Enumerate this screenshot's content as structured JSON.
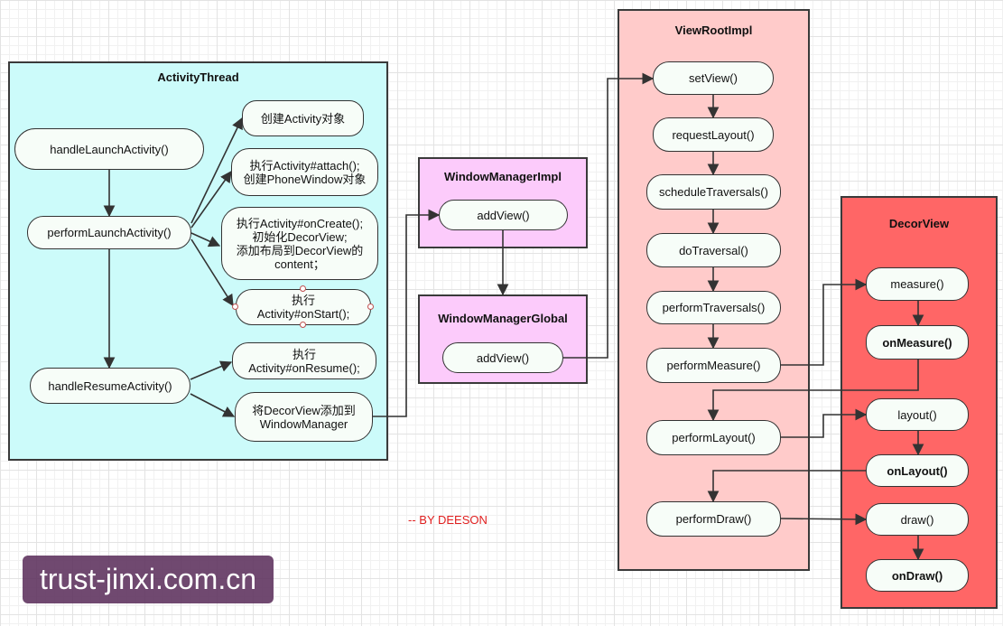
{
  "containers": {
    "activity_thread": "ActivityThread",
    "window_manager_impl": "WindowManagerImpl",
    "window_manager_global": "WindowManagerGlobal",
    "view_root_impl": "ViewRootImpl",
    "decor_view": "DecorView"
  },
  "activity_thread": {
    "handle_launch": "handleLaunchActivity()",
    "perform_launch": "performLaunchActivity()",
    "handle_resume": "handleResumeActivity()",
    "create_activity": "创建Activity对象",
    "attach": "执行Activity#attach();\n创建PhoneWindow对象",
    "on_create": "执行Activity#onCreate();\n初始化DecorView;\n添加布局到DecorView的\ncontent；",
    "on_start": "执行\nActivity#onStart();",
    "on_resume": "执行\nActivity#onResume();",
    "add_decor": "将DecorView添加到\nWindowManager"
  },
  "window_manager_impl": {
    "add_view": "addView()"
  },
  "window_manager_global": {
    "add_view": "addView()"
  },
  "view_root_impl": {
    "set_view": "setView()",
    "request_layout": "requestLayout()",
    "schedule_traversals": "scheduleTraversals()",
    "do_traversal": "doTraversal()",
    "perform_traversals": "performTraversals()",
    "perform_measure": "performMeasure()",
    "perform_layout": "performLayout()",
    "perform_draw": "performDraw()"
  },
  "decor_view": {
    "measure": "measure()",
    "on_measure": "onMeasure()",
    "layout": "layout()",
    "on_layout": "onLayout()",
    "draw": "draw()",
    "on_draw": "onDraw()"
  },
  "credit": "-- BY DEESON",
  "watermark": "trust-jinxi.com.cn",
  "colors": {
    "activity_thread_bg": "#ccfbfa",
    "window_manager_bg": "#fccbfb",
    "view_root_impl_bg": "#ffcbca",
    "decor_view_bg": "#ff6666",
    "node_bg": "#f7fdf8",
    "credit": "#e02020"
  }
}
